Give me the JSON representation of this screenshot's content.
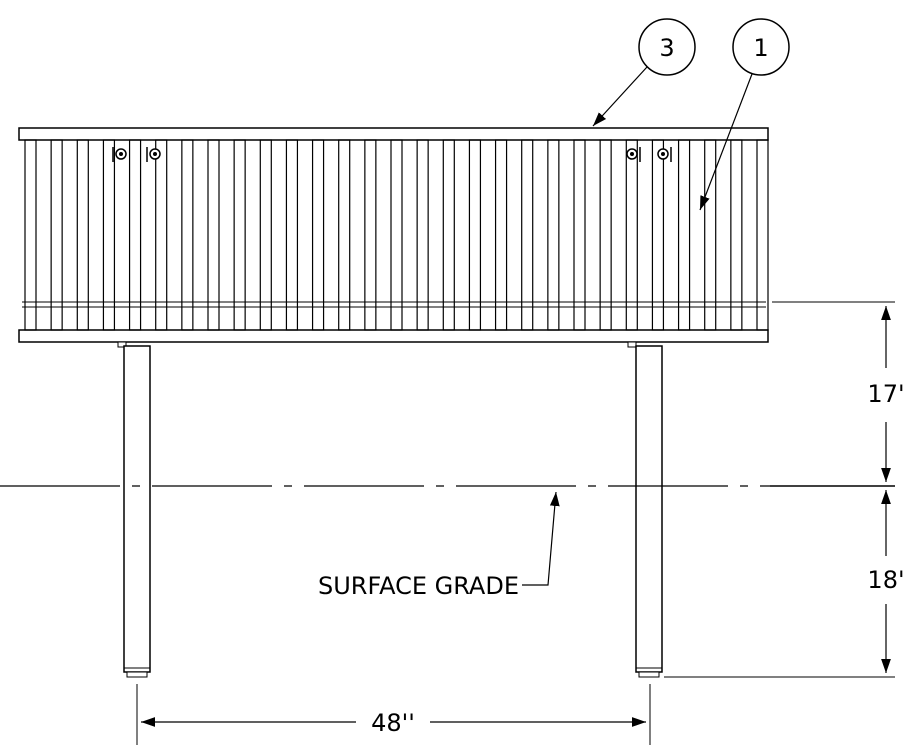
{
  "balloons": [
    {
      "number": "3",
      "points_to": "top-rail"
    },
    {
      "number": "1",
      "points_to": "picket"
    }
  ],
  "dimensions": {
    "above_grade_height": "17'",
    "below_grade_depth": "18'",
    "post_spacing": "48''"
  },
  "callouts": {
    "surface_grade": "SURFACE GRADE"
  }
}
